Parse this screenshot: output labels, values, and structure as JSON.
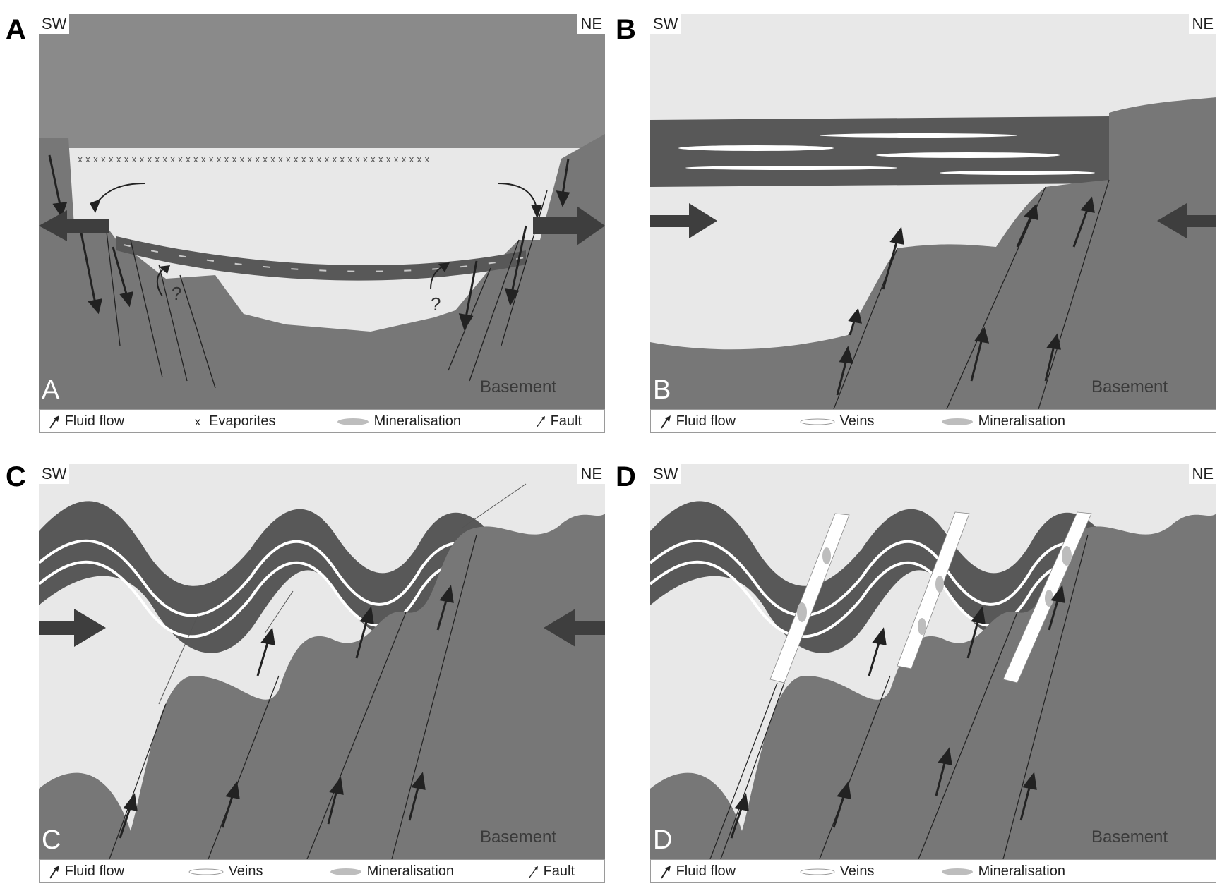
{
  "panels": [
    {
      "letter": "A",
      "sw": "SW",
      "ne": "NE",
      "basement": "Basement",
      "inner_letter": "A",
      "legend": {
        "fluid_flow": "Fluid flow",
        "evaporites_symbol": "x",
        "evaporites": "Evaporites",
        "mineralisation": "Mineralisation",
        "fault": "Fault"
      },
      "question_mark": "?"
    },
    {
      "letter": "B",
      "sw": "SW",
      "ne": "NE",
      "basement": "Basement",
      "inner_letter": "B",
      "legend": {
        "fluid_flow": "Fluid flow",
        "veins": "Veins",
        "mineralisation": "Mineralisation"
      }
    },
    {
      "letter": "C",
      "sw": "SW",
      "ne": "NE",
      "basement": "Basement",
      "inner_letter": "C",
      "legend": {
        "fluid_flow": "Fluid flow",
        "veins": "Veins",
        "mineralisation": "Mineralisation",
        "fault": "Fault"
      }
    },
    {
      "letter": "D",
      "sw": "SW",
      "ne": "NE",
      "basement": "Basement",
      "inner_letter": "D",
      "legend": {
        "fluid_flow": "Fluid flow",
        "veins": "Veins",
        "mineralisation": "Mineralisation"
      }
    }
  ],
  "colors": {
    "sky": "#8a8a8a",
    "light": "#e8e8e8",
    "rock": "#777777",
    "dark": "#585858",
    "arrow": "#3e3e3e",
    "line": "#222222"
  }
}
